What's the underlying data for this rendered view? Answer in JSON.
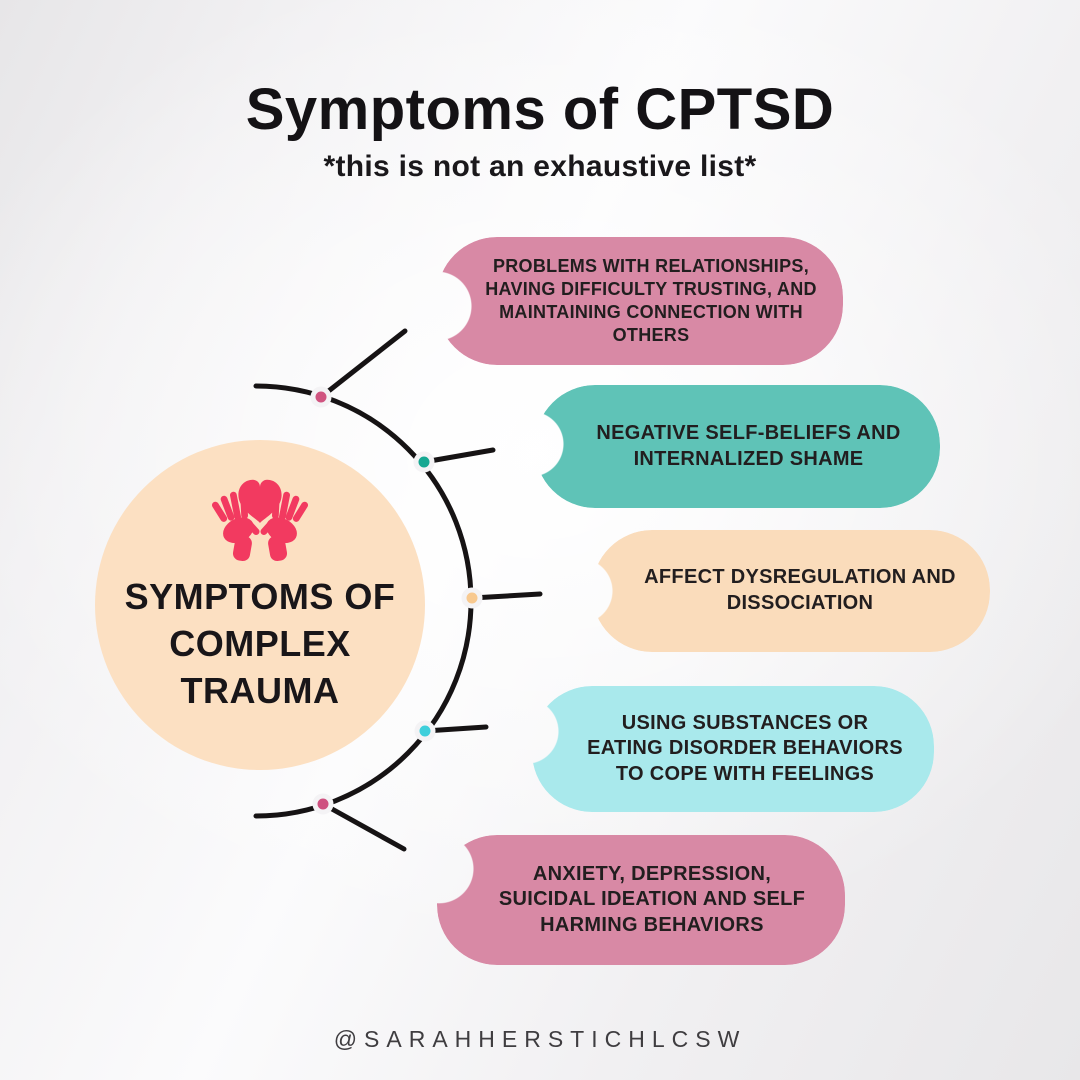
{
  "page": {
    "title": "Symptoms of CPTSD",
    "subtitle": "*this is not an exhaustive list*",
    "footer_handle": "@SARAHHERSTICHLCSW"
  },
  "center": {
    "label": "SYMPTOMS OF\nCOMPLEX\nTRAUMA",
    "icon": "hands-holding-heart-icon",
    "bg_color": "#fce0c2",
    "icon_color": "#f23a60"
  },
  "symptoms": [
    {
      "text": "PROBLEMS WITH RELATIONSHIPS,\nHAVING DIFFICULTY TRUSTING, AND\nMAINTAINING CONNECTION WITH\nOTHERS",
      "bubble_color": "#d889a5",
      "dot_color": "#d05480"
    },
    {
      "text": "NEGATIVE SELF-BELIEFS AND\nINTERNALIZED SHAME",
      "bubble_color": "#5fc3b7",
      "dot_color": "#16a892"
    },
    {
      "text": "AFFECT DYSREGULATION AND\nDISSOCIATION",
      "bubble_color": "#fadcbb",
      "dot_color": "#f8c98f"
    },
    {
      "text": "USING SUBSTANCES OR\nEATING DISORDER BEHAVIORS\nTO COPE WITH FEELINGS",
      "bubble_color": "#a9e9ec",
      "dot_color": "#3ecfdb"
    },
    {
      "text": "ANXIETY, DEPRESSION,\nSUICIDAL IDEATION AND SELF\nHARMING BEHAVIORS",
      "bubble_color": "#d889a5",
      "dot_color": "#cf5180"
    }
  ],
  "connector": {
    "line_color": "#161314",
    "arc_radius": 215
  }
}
